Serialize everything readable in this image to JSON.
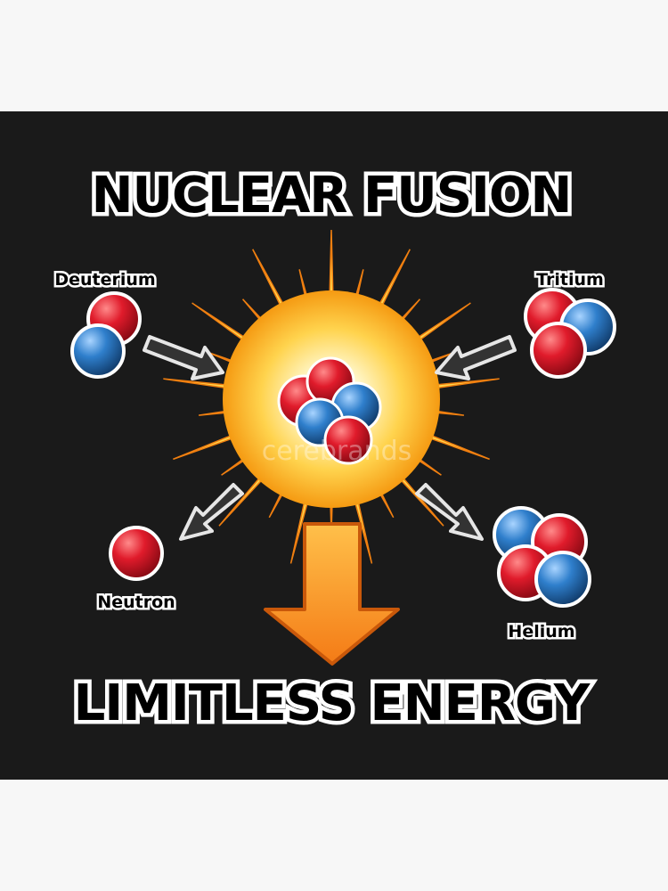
{
  "poster": {
    "title": "NUCLEAR FUSION",
    "subtitle": "LIMITLESS ENERGY",
    "watermark": "cerebrands",
    "labels": {
      "deuterium": "Deuterium",
      "tritium": "Tritium",
      "neutron": "Neutron",
      "helium": "Helium"
    }
  },
  "colors": {
    "background": "#1a1a1a",
    "frame": "#f7f7f7",
    "proton": "#e01b2b",
    "neutron": "#2f7fcc",
    "burst_core": "#fff6c8",
    "burst_glow": "#ffb21c",
    "energy_arrow": "#f7941d"
  }
}
